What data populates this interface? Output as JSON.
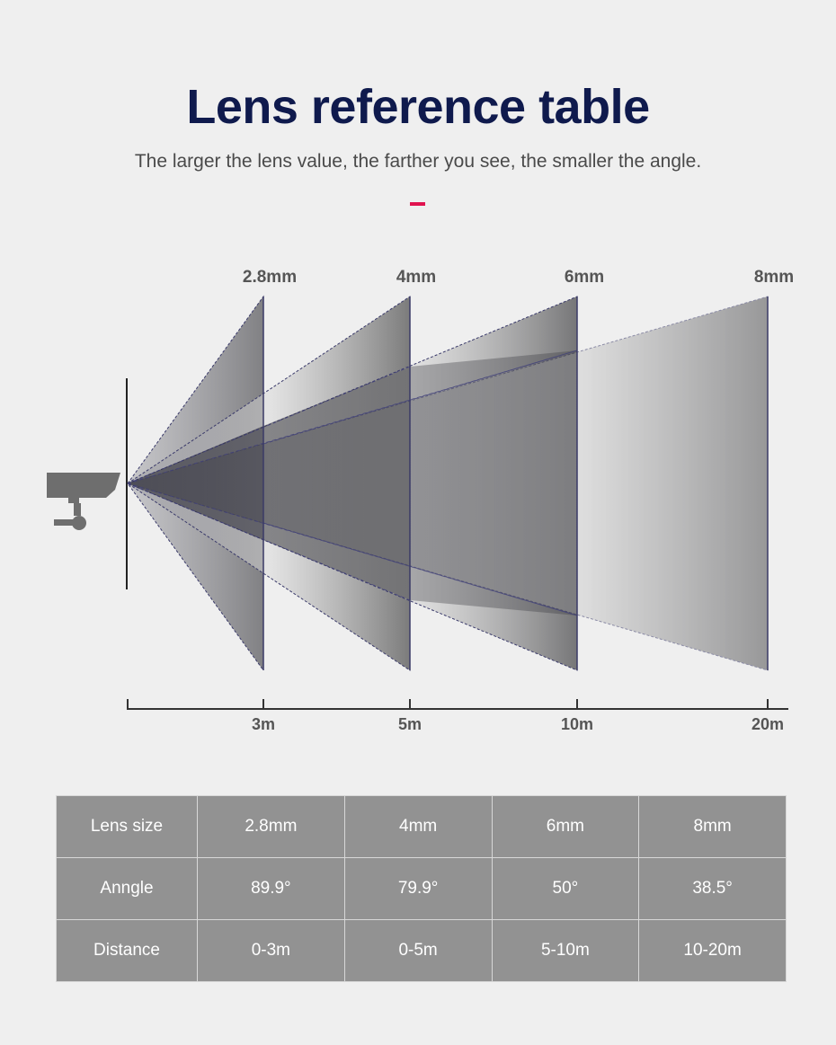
{
  "header": {
    "title": "Lens reference table",
    "subtitle": "The larger the lens value, the farther you see, the smaller the angle."
  },
  "diagram": {
    "lens_labels": [
      "2.8mm",
      "4mm",
      "6mm",
      "8mm"
    ],
    "distance_labels": [
      "3m",
      "5m",
      "10m",
      "20m"
    ]
  },
  "table": {
    "rows": [
      {
        "label": "Lens size",
        "values": [
          "2.8mm",
          "4mm",
          "6mm",
          "8mm"
        ]
      },
      {
        "label": "Anngle",
        "values": [
          "89.9°",
          "79.9°",
          "50°",
          "38.5°"
        ]
      },
      {
        "label": "Distance",
        "values": [
          "0-3m",
          "0-5m",
          "5-10m",
          "10-20m"
        ]
      }
    ]
  },
  "colors": {
    "title": "#0f1a4d",
    "accent": "#e0134f",
    "table_bg": "#929292"
  }
}
